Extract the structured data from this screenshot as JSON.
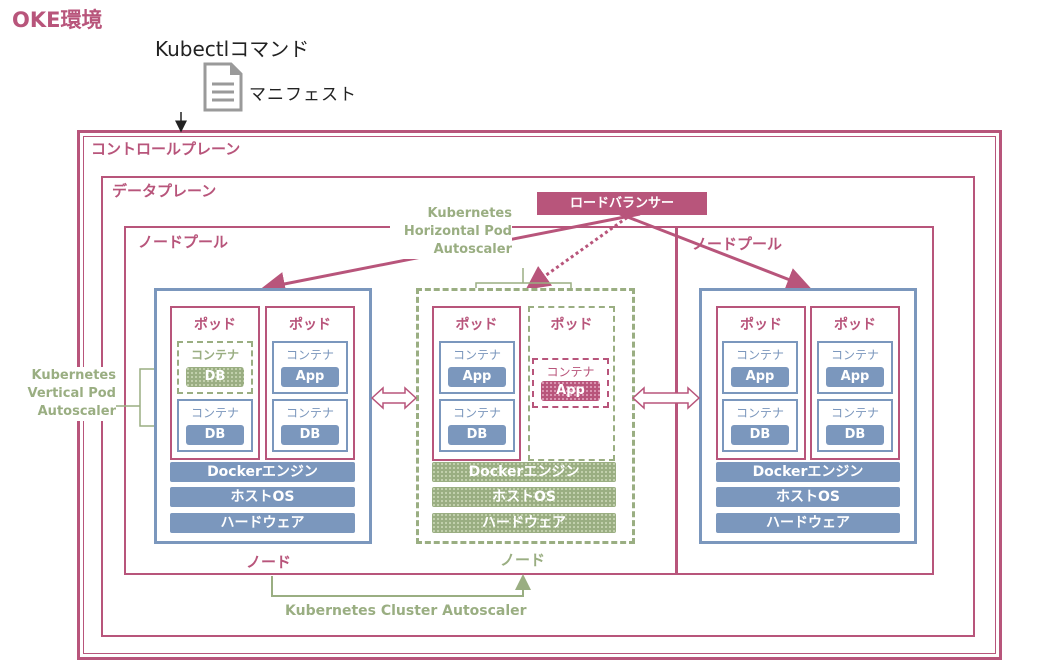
{
  "title": "OKE環境",
  "command": "Kubectlコマンド",
  "manifest": "マニフェスト",
  "control_plane": "コントロールプレーン",
  "data_plane": "データプレーン",
  "node_pool": "ノードプール",
  "load_balancer": "ロードバランサー",
  "hpa": "Kubernetes\nHorizontal Pod\nAutoscaler",
  "vpa": "Kubernetes\nVertical Pod\nAutoscaler",
  "cluster_autoscaler": "Kubernetes Cluster Autoscaler",
  "node": "ノード",
  "pod": "ポッド",
  "container": "コンテナ",
  "app": "App",
  "db": "DB",
  "docker_engine": "Dockerエンジン",
  "host_os": "ホストOS",
  "hardware": "ハードウェア",
  "colors": {
    "accent": "#b8557b",
    "node": "#7b97bd",
    "autoscale": "#9aae82"
  }
}
